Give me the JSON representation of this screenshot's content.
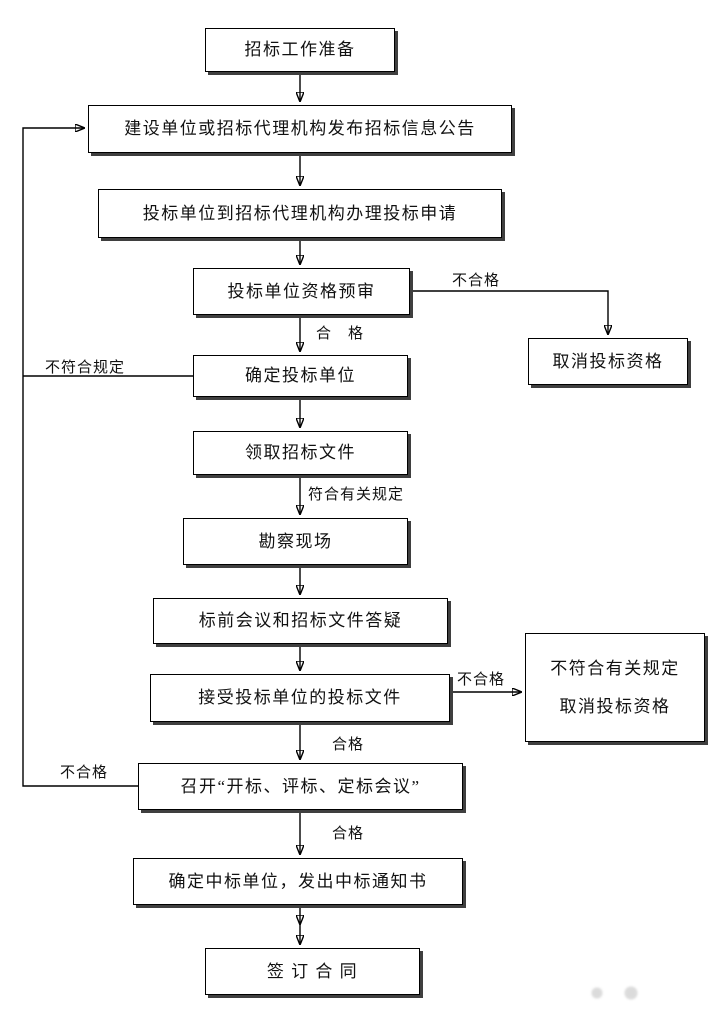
{
  "flowchart": {
    "boxes": {
      "prep": "招标工作准备",
      "announce": "建设单位或招标代理机构发布招标信息公告",
      "apply": "投标单位到招标代理机构办理投标申请",
      "prequalify": "投标单位资格预审",
      "cancel_qualification": "取消投标资格",
      "determine_bidder": "确定投标单位",
      "receive_documents": "领取招标文件",
      "site_survey": "勘察现场",
      "prebid_meeting": "标前会议和招标文件答疑",
      "accept_documents": "接受投标单位的投标文件",
      "nonconform_cancel_line1": "不符合有关规定",
      "nonconform_cancel_line2": "取消投标资格",
      "open_bid_meeting": "召开“开标、评标、定标会议”",
      "award_notice": "确定中标单位，发出中标通知书",
      "sign_contract": "签 订 合 同"
    },
    "edge_labels": {
      "prequalify_fail": "不合格",
      "prequalify_pass": "合　格",
      "determine_fail": "不符合规定",
      "receive_pass": "符合有关规定",
      "accept_fail": "不合格",
      "accept_pass": "合格",
      "meeting_fail": "不合格",
      "meeting_pass": "合格"
    }
  }
}
